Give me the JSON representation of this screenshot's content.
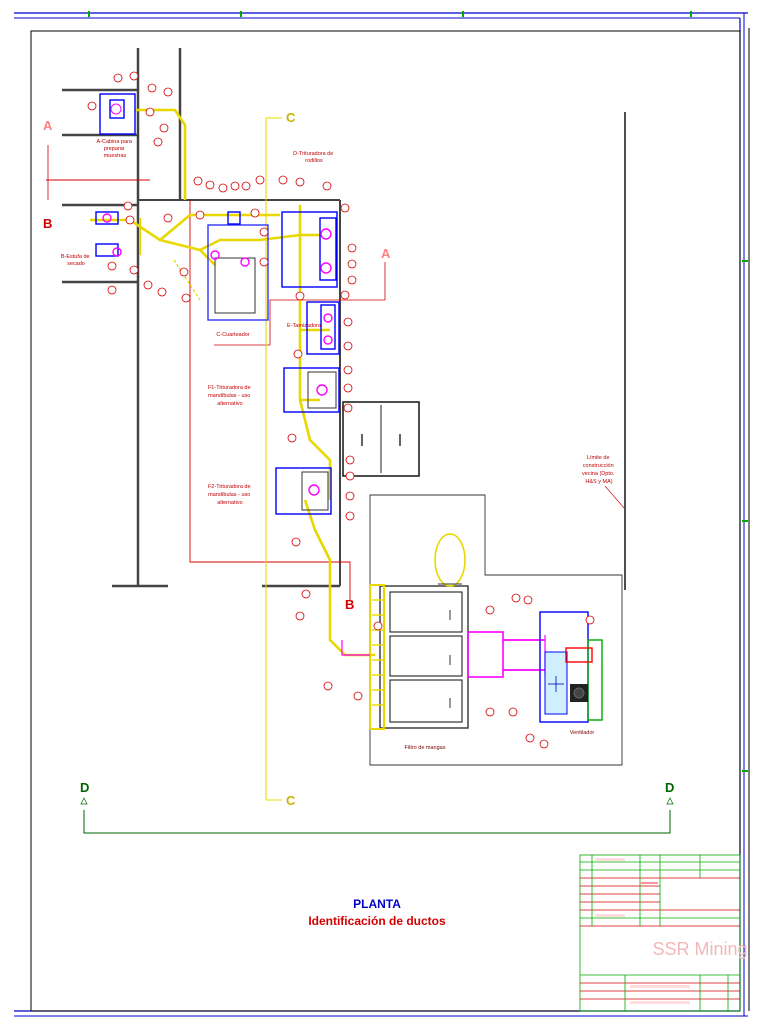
{
  "title": {
    "main": "PLANTA",
    "sub": "Identificación de ductos"
  },
  "sections": {
    "a_left": "A",
    "a_right": "A",
    "b_left": "B",
    "b_bottom": "B",
    "c_top": "C",
    "c_bottom": "C",
    "d_left": "D",
    "d_right": "D"
  },
  "equipment": {
    "a": [
      "A-Cabina para",
      "preparar",
      "muestras"
    ],
    "b": [
      "B-Estufa de",
      "secado"
    ],
    "c": [
      "C-Cuarteador"
    ],
    "d": [
      "D-Trituradora de",
      "rodillos"
    ],
    "e": [
      "E-Tamizadora"
    ],
    "f1": [
      "F1-Trituradora de",
      "mandíbulas - uso",
      "alternativo"
    ],
    "f2": [
      "F2-Trituradora de",
      "mandíbulas - uso",
      "alternativo"
    ],
    "filtro": [
      "Filtro de mangas"
    ],
    "ventilador": [
      "Ventilador"
    ],
    "limite": [
      "Límite de",
      "construcción",
      "vecina (Dpto.",
      "H&S y MA)"
    ]
  },
  "title_block": {
    "company": "SSR Mining"
  },
  "colors": {
    "border": "#0000cc",
    "duct": "#e8d800",
    "fan": "#ff00ff",
    "equip": "#0000ff",
    "annot": "#d40000",
    "dline": "#006600"
  }
}
